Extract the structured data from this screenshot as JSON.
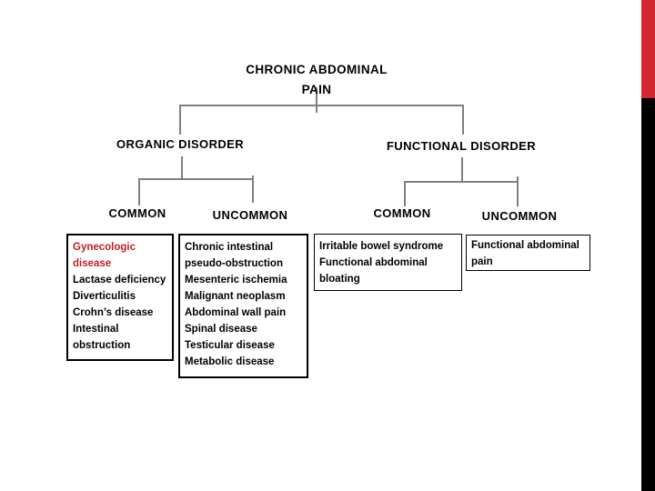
{
  "title": {
    "line1": "CHRONIC ABDOMINAL",
    "line2": "PAIN"
  },
  "tree": {
    "organic": {
      "label": "ORGANIC DISORDER",
      "common": "COMMON",
      "uncommon": "UNCOMMON"
    },
    "functional": {
      "label": "FUNCTIONAL DISORDER",
      "common": "COMMON",
      "uncommon": "UNCOMMON"
    }
  },
  "boxes": {
    "organic_common": {
      "red_item_lines": [
        "Gynecologic",
        "disease"
      ],
      "lines": [
        "Lactase deficiency",
        "Diverticulitis",
        "Crohn’s disease",
        "Intestinal",
        "obstruction"
      ]
    },
    "organic_uncommon": {
      "lines": [
        "Chronic intestinal",
        "pseudo-obstruction",
        "Mesenteric ischemia",
        "Malignant neoplasm",
        "Abdominal wall pain",
        "Spinal disease",
        "Testicular disease",
        "Metabolic disease"
      ]
    },
    "functional_common": {
      "lines": [
        "Irritable bowel syndrome",
        "Functional abdominal",
        "bloating"
      ]
    },
    "functional_uncommon": {
      "lines": [
        "Functional abdominal",
        "pain"
      ]
    }
  },
  "colors": {
    "connector": "#7f7f7f",
    "text": "#000000",
    "red_text": "#bf2126",
    "box_border": "#000000",
    "accent_red": "#d0282e",
    "accent_black": "#000000"
  }
}
